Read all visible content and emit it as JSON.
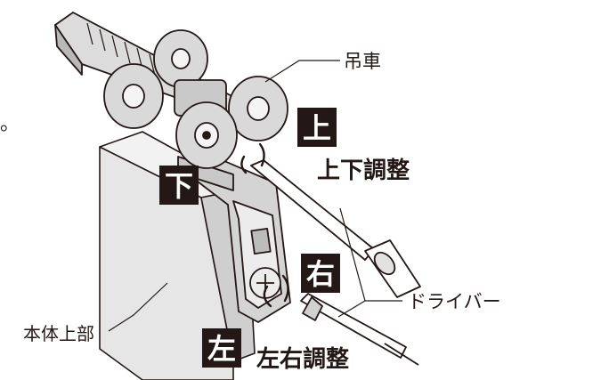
{
  "labels": {
    "edge_mark": "。",
    "hanger": "吊車",
    "body_top": "本体上部",
    "driver": "ドライバー",
    "up_badge": "上",
    "down_badge": "下",
    "right_badge": "右",
    "left_badge": "左",
    "updown_adjust": "上下調整",
    "leftright_adjust": "左右調整"
  },
  "colors": {
    "ink": "#231815",
    "badge": "#231815",
    "body_face": "#e6e6e6",
    "body_side": "#cfcfcf"
  }
}
